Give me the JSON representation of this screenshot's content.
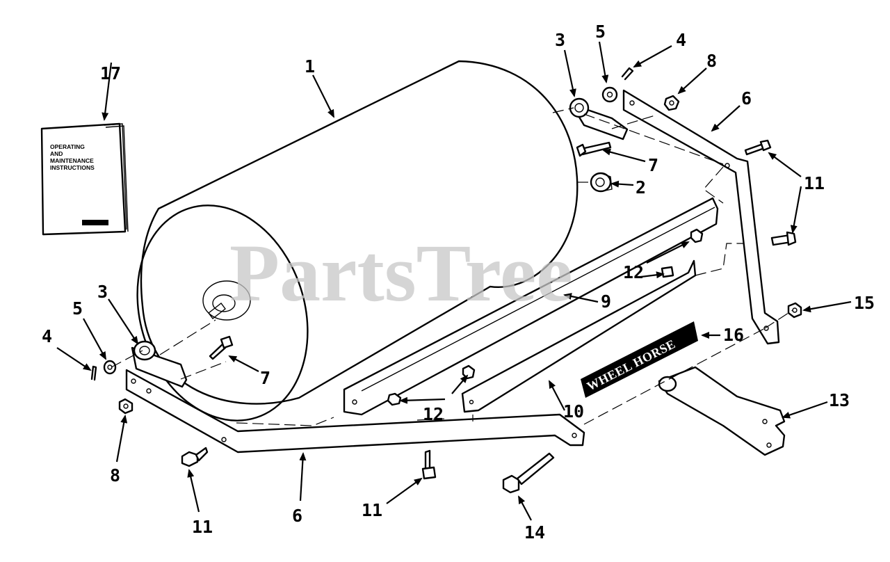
{
  "diagram": {
    "watermark": "PartsTree",
    "manual_lines": [
      "OPERATING",
      "AND",
      "MAINTENANCE",
      "INSTRUCTIONS"
    ],
    "brand_badge": "WHEEL HORSE",
    "callouts": {
      "c1": "1",
      "c2": "2",
      "c3_right": "3",
      "c3_left": "3",
      "c4_right": "4",
      "c4_left": "4",
      "c5_right": "5",
      "c5_left": "5",
      "c6_top": "6",
      "c6_bottom": "6",
      "c7_right": "7",
      "c7_left": "7",
      "c8_right": "8",
      "c8_left": "8",
      "c9": "9",
      "c10": "10",
      "c11_right": "11",
      "c11_bottom_left": "11",
      "c11_bottom_mid": "11",
      "c12_upper": "12",
      "c12_lower": "12",
      "c13": "13",
      "c14": "14",
      "c15": "15",
      "c16": "16",
      "c17": "17"
    }
  }
}
